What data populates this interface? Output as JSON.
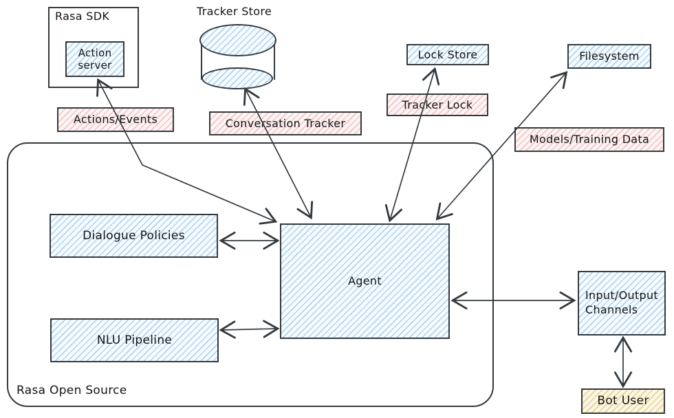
{
  "nodes": {
    "rasa_sdk": {
      "label": "Rasa SDK"
    },
    "action_server": {
      "label": "Action server"
    },
    "tracker_store": {
      "label": "Tracker Store"
    },
    "lock_store": {
      "label": "Lock Store"
    },
    "filesystem": {
      "label": "Filesystem"
    },
    "dialogue_policies": {
      "label": "Dialogue Policies"
    },
    "nlu_pipeline": {
      "label": "NLU Pipeline"
    },
    "agent": {
      "label": "Agent"
    },
    "io_channels": {
      "label": "Input/Output Channels"
    },
    "bot_user": {
      "label": "Bot User"
    },
    "rasa_open_source": {
      "label": "Rasa Open Source"
    }
  },
  "edge_labels": {
    "actions_events": {
      "label": "Actions/Events"
    },
    "conversation_tracker": {
      "label": "Conversation Tracker"
    },
    "tracker_lock": {
      "label": "Tracker Lock"
    },
    "models_training_data": {
      "label": "Models/Training Data"
    }
  },
  "edges": [
    {
      "from": "action_server",
      "to": "agent",
      "bidirectional": true,
      "label": "Actions/Events"
    },
    {
      "from": "tracker_store",
      "to": "agent",
      "bidirectional": true,
      "label": "Conversation Tracker"
    },
    {
      "from": "lock_store",
      "to": "agent",
      "bidirectional": true,
      "label": "Tracker Lock"
    },
    {
      "from": "filesystem",
      "to": "agent",
      "bidirectional": true,
      "label": "Models/Training Data"
    },
    {
      "from": "dialogue_policies",
      "to": "agent",
      "bidirectional": true
    },
    {
      "from": "nlu_pipeline",
      "to": "agent",
      "bidirectional": true
    },
    {
      "from": "agent",
      "to": "io_channels",
      "bidirectional": true
    },
    {
      "from": "io_channels",
      "to": "bot_user",
      "bidirectional": true
    }
  ],
  "colors": {
    "stroke": "#33393d",
    "text": "#141414",
    "node_blue_base": "#f5fbff",
    "node_blue_hatch": "#7ab2e0",
    "label_pink_base": "#fdf4f4",
    "label_pink_hatch": "#e59494",
    "node_yellow_base": "#fcf6e2",
    "node_yellow_hatch": "#d2b25f",
    "background": "#ffffff"
  }
}
